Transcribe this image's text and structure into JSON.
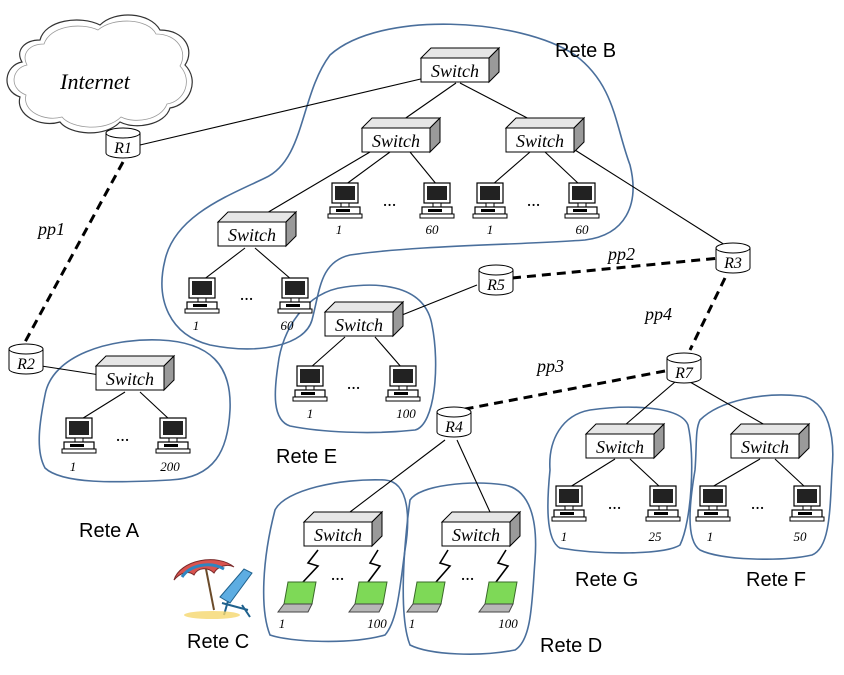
{
  "cloud_label": "Internet",
  "switch_label": "Switch",
  "ellipsis": "...",
  "routers": {
    "r1": "R1",
    "r2": "R2",
    "r3": "R3",
    "r4": "R4",
    "r5": "R5",
    "r7": "R7"
  },
  "links": {
    "pp1": "pp1",
    "pp2": "pp2",
    "pp3": "pp3",
    "pp4": "pp4"
  },
  "networks": {
    "a": "Rete A",
    "b": "Rete B",
    "c": "Rete C",
    "d": "Rete D",
    "e": "Rete E",
    "f": "Rete F",
    "g": "Rete G"
  },
  "host_labels": {
    "a_first": "1",
    "a_last": "200",
    "b_left_first": "1",
    "b_left_last": "60",
    "b_mid_first": "1",
    "b_mid_last": "60",
    "b_right_first": "1",
    "b_right_last": "60",
    "e_first": "1",
    "e_last": "100",
    "c_first": "1",
    "c_last": "100",
    "d_first": "1",
    "d_last": "100",
    "g_first": "1",
    "g_last": "25",
    "f_first": "1",
    "f_last": "50"
  },
  "colors": {
    "blob": "#4a6f9c",
    "laptop_screen": "#7ed957"
  }
}
